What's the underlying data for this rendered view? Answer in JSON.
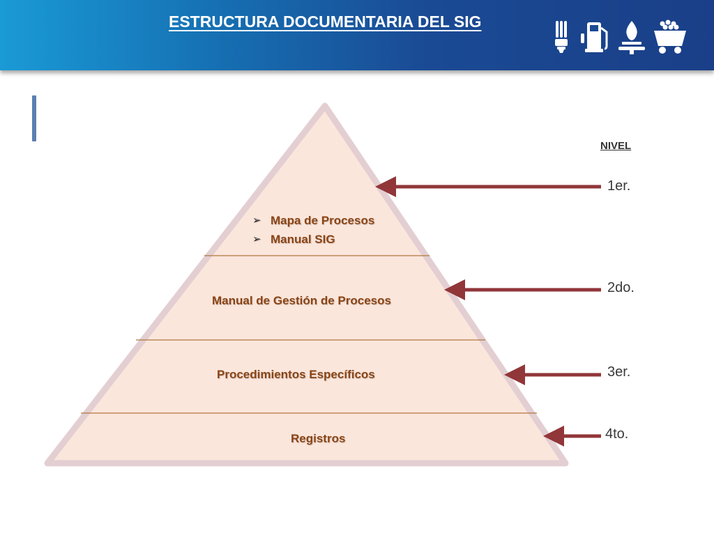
{
  "header": {
    "title": "ESTRUCTURA DOCUMENTARIA DEL SIG",
    "icons": [
      "lightbulb-icon",
      "fuel-pump-icon",
      "gas-flame-icon",
      "mining-cart-icon"
    ]
  },
  "pyramid": {
    "level1_items": [
      "Mapa de Procesos",
      "Manual SIG"
    ],
    "level2": "Manual de Gestión de Procesos",
    "level3": "Procedimientos Específicos",
    "level4": "Registros"
  },
  "levels": {
    "title": "NIVEL",
    "items": [
      "1er.",
      "2do.",
      "3er.",
      "4to."
    ]
  },
  "colors": {
    "header_start": "#1a9ad6",
    "header_end": "#1a3f88",
    "pyramid_fill": "#fbe6dc",
    "pyramid_border": "#e3cfd2",
    "divider": "#b0763e",
    "text_brown": "#8a4515",
    "arrow": "#913639"
  }
}
